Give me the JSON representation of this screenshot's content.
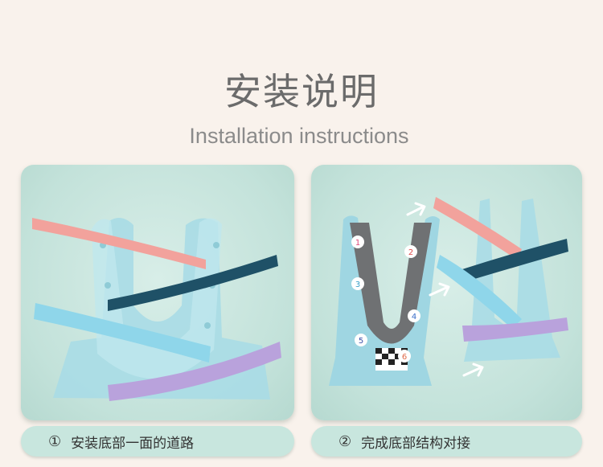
{
  "header": {
    "title": "安装说明",
    "subtitle": "Installation instructions"
  },
  "steps": [
    {
      "number": "①",
      "text": "安装底部一面的道路"
    },
    {
      "number": "②",
      "text": "完成底部结构对接"
    }
  ],
  "track": {
    "lane_numbers": [
      "1",
      "2",
      "3",
      "4",
      "5",
      "6"
    ]
  },
  "colors": {
    "background": "#f9f2ec",
    "panel": "#c3e2da",
    "pink_track": "#f2a29c",
    "navy_track": "#1f5167",
    "blue_track": "#8fd6ea",
    "purple_track": "#b9a2dc",
    "base": "#9fd6e2"
  }
}
